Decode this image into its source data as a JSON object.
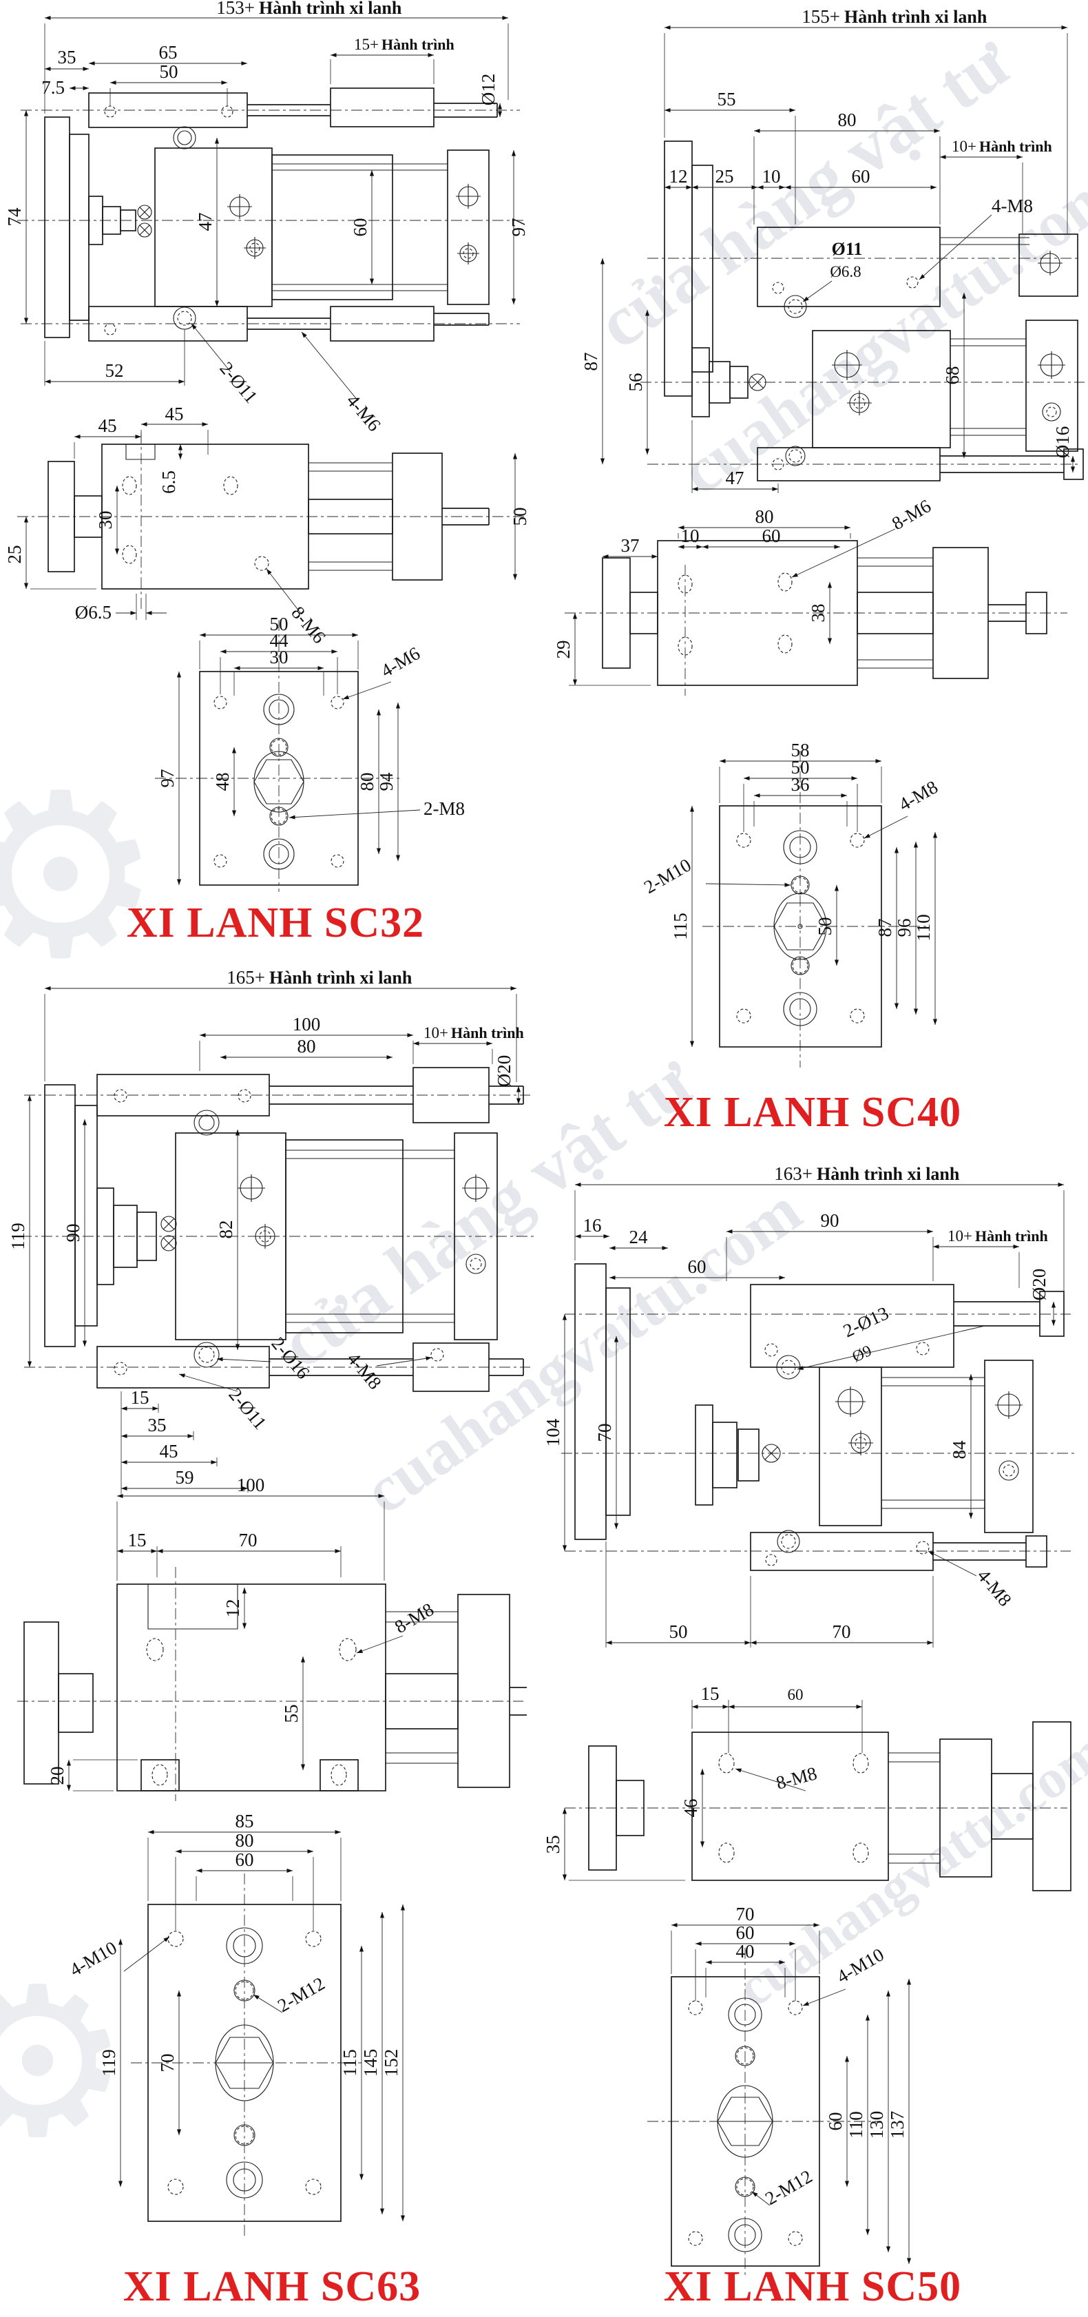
{
  "watermark": {
    "line1": "cửa hàng vật tư",
    "line2": "cuahangvattu.com"
  },
  "sc32": {
    "title": "XI LANH SC32",
    "main": {
      "total_prefix": "153+",
      "stroke_label": "Hành trình xi lanh",
      "d35": "35",
      "d75": "7.5",
      "d65": "65",
      "d50": "50",
      "ext_prefix": "15+",
      "ext_label": "Hành trình",
      "rod_dia": "Ø12",
      "d74": "74",
      "d47": "47",
      "d60": "60",
      "d97": "97",
      "d52": "52",
      "holes": "2-Ø11",
      "thread": "4-M6"
    },
    "side": {
      "d45a": "45",
      "d45b": "45",
      "d30": "30",
      "d65": "6.5",
      "d25": "25",
      "dia": "Ø6.5",
      "thread": "8-M6",
      "d50": "50"
    },
    "flange": {
      "d50": "50",
      "d44": "44",
      "d30": "30",
      "thread4": "4-M6",
      "d97": "97",
      "d48": "48",
      "d80": "80",
      "d94": "94",
      "thread2": "2-M8"
    }
  },
  "sc40": {
    "title": "XI LANH SC40",
    "main": {
      "total_prefix": "155+",
      "stroke_label": "Hành trình xi lanh",
      "d55": "55",
      "d80": "80",
      "ext_prefix": "10+",
      "ext_label": "Hành trình",
      "d12": "12",
      "d25": "25",
      "d10": "10",
      "d60": "60",
      "thread": "4-M8",
      "dia1": "Ø11",
      "dia2": "Ø6.8",
      "d87": "87",
      "d56": "56",
      "d68": "68",
      "rod_dia": "Ø16",
      "d47": "47"
    },
    "side": {
      "d37": "37",
      "d80": "80",
      "d10": "10",
      "d60": "60",
      "thread": "8-M6",
      "d38": "38",
      "d29": "29"
    },
    "flange": {
      "d58": "58",
      "d50": "50",
      "d36": "36",
      "thread4": "4-M8",
      "thread2": "2-M10",
      "d115": "115",
      "d50b": "50",
      "d87": "87",
      "d96": "96",
      "d110": "110"
    }
  },
  "sc63": {
    "title": "XI LANH SC63",
    "main": {
      "total_prefix": "165+",
      "stroke_label": "Hành trình xi lanh",
      "d100": "100",
      "d80": "80",
      "ext_prefix": "10+",
      "ext_label": "Hành trình",
      "rod_dia": "Ø20",
      "d119": "119",
      "d90": "90",
      "d82": "82",
      "holes1": "2-Ø16",
      "holes2": "2-Ø11",
      "thread": "4-M8",
      "d15": "15",
      "d35": "35",
      "d45": "45",
      "d59": "59"
    },
    "side": {
      "d100": "100",
      "d15": "15",
      "d70": "70",
      "d12": "12",
      "thread": "8-M8",
      "d55": "55",
      "d20": "20"
    },
    "flange": {
      "d85": "85",
      "d80": "80",
      "d60": "60",
      "thread4": "4-M10",
      "thread2": "2-M12",
      "d119": "119",
      "d70": "70",
      "d115": "115",
      "d145": "145",
      "d152": "152"
    }
  },
  "sc50": {
    "title": "XI LANH SC50",
    "main": {
      "total_prefix": "163+",
      "stroke_label": "Hành trình xi lanh",
      "d16": "16",
      "d24": "24",
      "d90": "90",
      "ext_prefix": "10+",
      "ext_label": "Hành trình",
      "d60": "60",
      "holes": "2-Ø13",
      "dia2": "Ø9",
      "rod_dia": "Ø20",
      "d104": "104",
      "d70": "70",
      "d84": "84",
      "thread": "4-M8",
      "d50": "50",
      "d70b": "70"
    },
    "side": {
      "d15": "15",
      "d60": "60",
      "thread": "8-M8",
      "d46": "46",
      "d35": "35"
    },
    "flange": {
      "d70": "70",
      "d60": "60",
      "d40": "40",
      "thread4": "4-M10",
      "thread2": "2-M12",
      "d60b": "60",
      "d110": "110",
      "d130": "130",
      "d137": "137"
    }
  }
}
